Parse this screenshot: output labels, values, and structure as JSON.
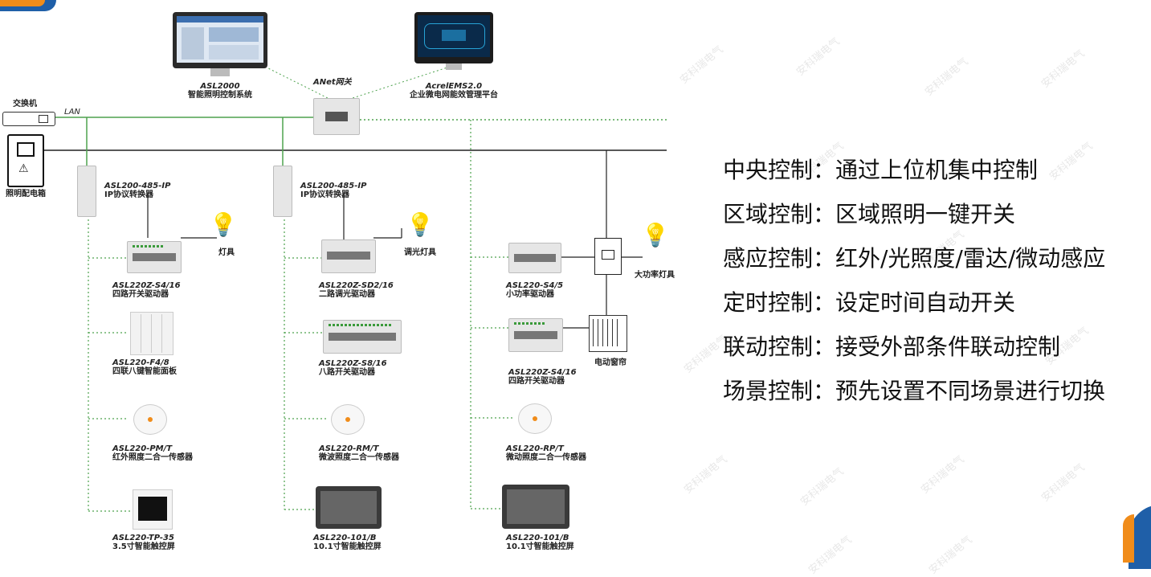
{
  "colors": {
    "bus_green": "#4ea24e",
    "bus_black": "#222222",
    "accent_orange": "#f08c1a",
    "accent_blue": "#1f5fa8"
  },
  "network": {
    "switch_label": "交换机",
    "lan_label": "LAN",
    "cabinet_label": "照明配电箱",
    "workstation_model": "ASL2000",
    "workstation_desc": "智能照明控制系统",
    "gateway_label": "ANet网关",
    "platform_model": "AcrelEMS2.0",
    "platform_desc": "企业微电网能效管理平台"
  },
  "columns": [
    {
      "converter": {
        "model": "ASL200-485-IP",
        "desc": "IP协议转换器"
      },
      "lamp_label": "灯具",
      "devices": [
        {
          "model": "ASL220Z-S4/16",
          "desc": "四路开关驱动器"
        },
        {
          "model": "ASL220-F4/8",
          "desc": "四联八键智能面板"
        },
        {
          "model": "ASL220-PM/T",
          "desc": "红外照度二合一传感器"
        },
        {
          "model": "ASL220-TP-35",
          "desc": "3.5寸智能触控屏"
        }
      ]
    },
    {
      "converter": {
        "model": "ASL200-485-IP",
        "desc": "IP协议转换器"
      },
      "lamp_label": "调光灯具",
      "devices": [
        {
          "model": "ASL220Z-SD2/16",
          "desc": "二路调光驱动器"
        },
        {
          "model": "ASL220Z-S8/16",
          "desc": "八路开关驱动器"
        },
        {
          "model": "ASL220-RM/T",
          "desc": "微波照度二合一传感器"
        },
        {
          "model": "ASL220-101/B",
          "desc": "10.1寸智能触控屏"
        }
      ]
    },
    {
      "lamp_label": "大功率灯具",
      "curtain_label": "电动窗帘",
      "devices": [
        {
          "model": "ASL220-S4/5",
          "desc": "小功率驱动器"
        },
        {
          "model": "ASL220Z-S4/16",
          "desc": "四路开关驱动器"
        },
        {
          "model": "ASL220-RP/T",
          "desc": "微动照度二合一传感器"
        },
        {
          "model": "ASL220-101/B",
          "desc": "10.1寸智能触控屏"
        }
      ]
    }
  ],
  "features": [
    "中央控制：通过上位机集中控制",
    "区域控制：区域照明一键开关",
    "感应控制：红外/光照度/雷达/微动感应",
    "定时控制：设定时间自动开关",
    "联动控制：接受外部条件联动控制",
    "场景控制：预先设置不同场景进行切换"
  ],
  "watermark": "安科瑞电气"
}
